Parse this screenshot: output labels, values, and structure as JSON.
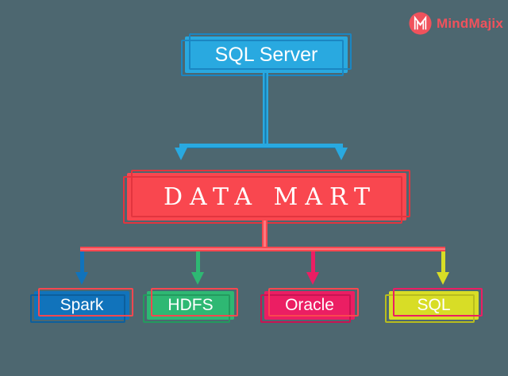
{
  "brand": {
    "name": "MindMajix",
    "icon": "m-monogram-circle",
    "color": "#F0525C"
  },
  "diagram": {
    "type": "flow",
    "background_color": "#4D6770",
    "source": {
      "id": "sql-server",
      "label": "SQL Server",
      "fill": "#29A9E0",
      "text_color": "#FFFFFF"
    },
    "hub": {
      "id": "data-mart",
      "label": "DATA MART",
      "fill": "#F9474F",
      "text_color": "#FFFFFF"
    },
    "targets": [
      {
        "id": "spark",
        "label": "Spark",
        "fill": "#1173BB",
        "text_color": "#FFFFFF"
      },
      {
        "id": "hdfs",
        "label": "HDFS",
        "fill": "#2EB873",
        "text_color": "#FFFFFF"
      },
      {
        "id": "oracle",
        "label": "Oracle",
        "fill": "#EB1E63",
        "text_color": "#FFFFFF"
      },
      {
        "id": "sql",
        "label": "SQL",
        "fill": "#D8DD26",
        "text_color": "#FFFFFF"
      }
    ],
    "edges": [
      {
        "from": "sql-server",
        "to": "data-mart",
        "color": "#29A9E0",
        "style": "T-split-double-arrow"
      },
      {
        "from": "data-mart",
        "to": "spark",
        "trunk_color": "#F9474F",
        "arrow_color": "#1173BB"
      },
      {
        "from": "data-mart",
        "to": "hdfs",
        "trunk_color": "#F9474F",
        "arrow_color": "#2EB873"
      },
      {
        "from": "data-mart",
        "to": "oracle",
        "trunk_color": "#F9474F",
        "arrow_color": "#EB1E63"
      },
      {
        "from": "data-mart",
        "to": "sql",
        "trunk_color": "#F9474F",
        "arrow_color": "#D8DD26"
      }
    ]
  }
}
